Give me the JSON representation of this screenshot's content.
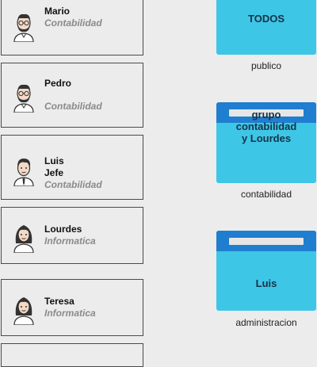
{
  "users": [
    {
      "name_lines": [
        "Mario"
      ],
      "dept": "Contabilidad",
      "avatar": "man-beard-glasses-icon"
    },
    {
      "name_lines": [
        "Pedro"
      ],
      "dept": "Contabilidad",
      "avatar": "man-beard-glasses-icon"
    },
    {
      "name_lines": [
        "Luis",
        "Jefe"
      ],
      "dept": "Contabilidad",
      "avatar": "man-tie-icon"
    },
    {
      "name_lines": [
        "Lourdes"
      ],
      "dept": "Informatica",
      "avatar": "woman-icon"
    },
    {
      "name_lines": [
        "Teresa"
      ],
      "dept": "Informatica",
      "avatar": "woman-icon"
    }
  ],
  "folders": [
    {
      "title": "TODOS",
      "label": "publico"
    },
    {
      "title_lines": [
        "grupo",
        "contabilidad",
        "y Lourdes"
      ],
      "label": "contabilidad"
    },
    {
      "title": "Luis",
      "label": "administracion"
    }
  ],
  "colors": {
    "folder_body": "#3ec6e6",
    "folder_tab": "#1f7ecf",
    "card_border": "#4a4a4a",
    "dept_text": "#8a8a8a"
  }
}
